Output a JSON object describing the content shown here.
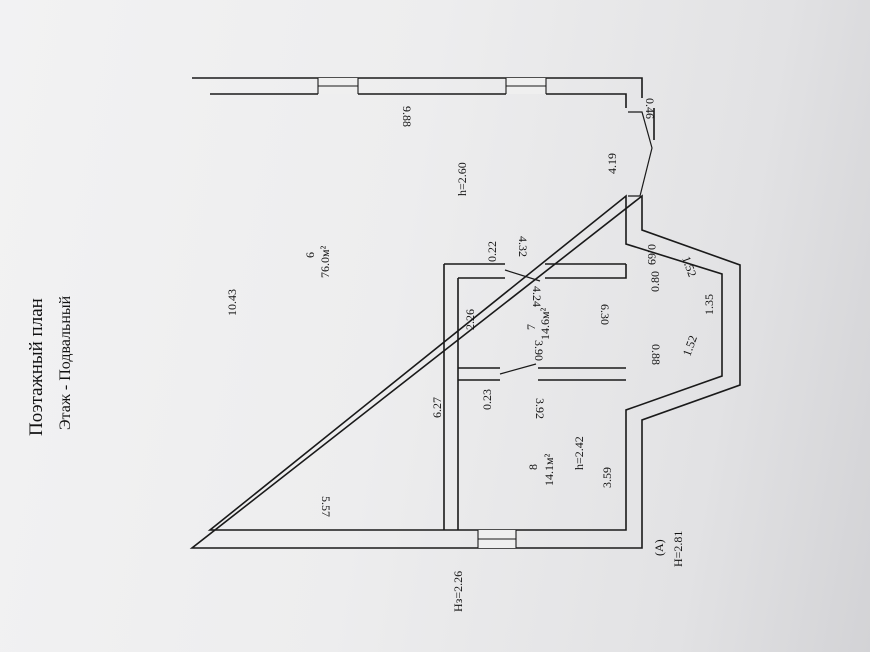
{
  "header": {
    "title": "Поэтажный план",
    "floor": "Этаж - Подвальный"
  },
  "rooms": [
    {
      "number": "6",
      "area": "76.0м²",
      "height": "h=2.60"
    },
    {
      "number": "7",
      "area": "14.6м²"
    },
    {
      "number": "8",
      "area": "14.1м²",
      "height": "h=2.42"
    }
  ],
  "dimensions": {
    "d_10_43": "10.43",
    "d_9_88": "9.88",
    "d_0_46": "0.46",
    "d_4_19": "4.19",
    "d_0_22": "0.22",
    "d_4_32": "4.32",
    "d_0_69": "0.69",
    "d_1_52_top": "1.52",
    "d_0_80": "0.80",
    "d_4_24": "4.24",
    "d_2_26": "2.26",
    "d_6_30": "6.30",
    "d_1_35": "1.35",
    "d_3_90": "3.90",
    "d_0_88": "0.88",
    "d_1_52_bot": "1.52",
    "d_6_27": "6.27",
    "d_0_23": "0.23",
    "d_3_92": "3.92",
    "d_3_59": "3.59",
    "d_5_57": "5.57"
  },
  "notes": {
    "axis": "(A)",
    "outer_height": "H=2.81",
    "ground_height": "Hз=2.26"
  }
}
